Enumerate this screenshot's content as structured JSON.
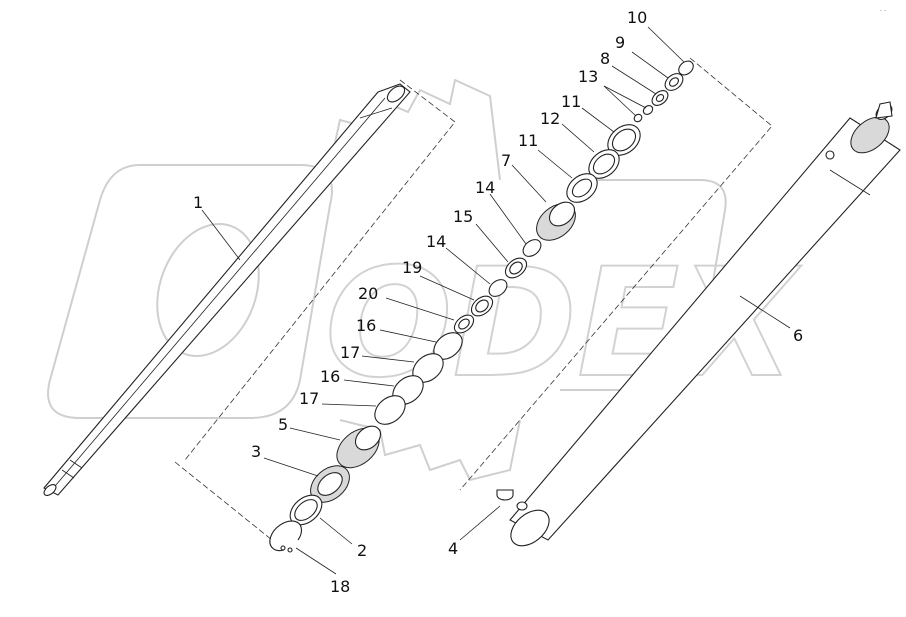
{
  "watermark": {
    "text": "ODEX"
  },
  "corner_mark": "- -",
  "callouts": [
    "1",
    "2",
    "3",
    "4",
    "5",
    "6",
    "7",
    "8",
    "9",
    "10",
    "11",
    "11",
    "12",
    "13",
    "14",
    "14",
    "15",
    "16",
    "16",
    "17",
    "17",
    "18",
    "19",
    "20"
  ]
}
